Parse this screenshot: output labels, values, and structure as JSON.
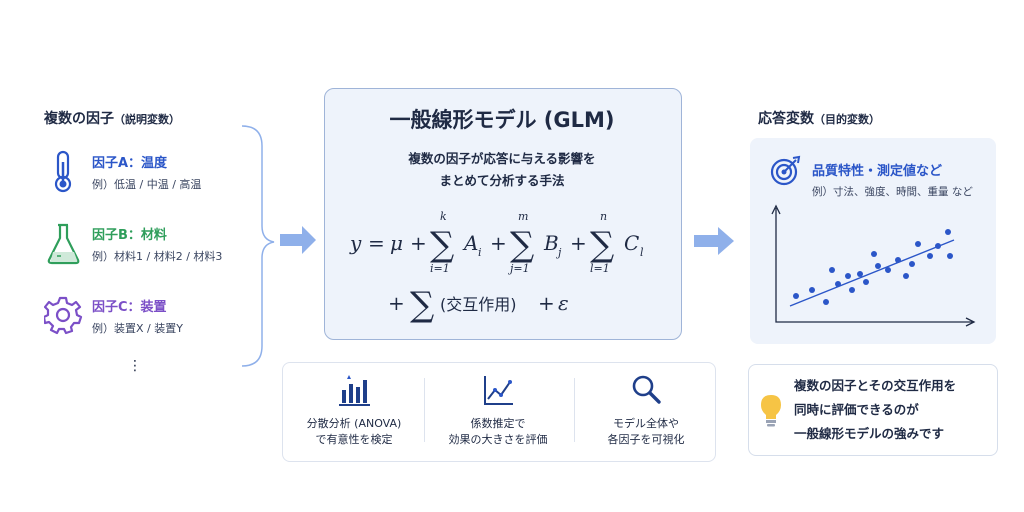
{
  "left": {
    "title": "複数の因子",
    "title_sub": "（説明変数）",
    "factors": [
      {
        "name": "因子A：温度",
        "example": "例）低温 / 中温 / 高温",
        "icon": "thermometer-icon",
        "color": "#2b56c8"
      },
      {
        "name": "因子B：材料",
        "example": "例）材料1 / 材料2 / 材料3",
        "icon": "flask-icon",
        "color": "#2f9e5b"
      },
      {
        "name": "因子C：装置",
        "example": "例）装置X / 装置Y",
        "icon": "gear-icon",
        "color": "#7b4fc7"
      }
    ],
    "ellipsis": "⋮"
  },
  "center": {
    "title": "一般線形モデル (GLM)",
    "desc_line1": "複数の因子が応答に与える影響を",
    "desc_line2": "まとめて分析する手法",
    "formula": {
      "y": "y",
      "eq": "=",
      "mu": "μ",
      "plus": "+",
      "sum1_top": "k",
      "sum1_bot": "i=1",
      "term1": "A",
      "term1_sub": "i",
      "sum2_top": "m",
      "sum2_bot": "j=1",
      "term2": "B",
      "term2_sub": "j",
      "sum3_top": "n",
      "sum3_bot": "l=1",
      "term3": "C",
      "term3_sub": "l",
      "interaction": "(交互作用)",
      "epsilon": "ε",
      "sigma": "∑"
    },
    "features": [
      {
        "line1": "分散分析 (ANOVA)",
        "line2": "で有意性を検定",
        "icon": "bar-chart-icon"
      },
      {
        "line1": "係数推定で",
        "line2": "効果の大きさを評価",
        "icon": "line-chart-icon"
      },
      {
        "line1": "モデル全体や",
        "line2": "各因子を可視化",
        "icon": "magnifier-icon"
      }
    ]
  },
  "right": {
    "title": "応答変数",
    "title_sub": "（目的変数）",
    "response_name": "品質特性・測定値など",
    "response_example": "例）寸法、強度、時間、重量 など",
    "note_line1": "複数の因子とその交互作用を",
    "note_line2": "同時に評価できるのが",
    "note_line3": "一般線形モデルの強みです"
  },
  "colors": {
    "accent": "#2b56c8",
    "arrow": "#8fb0ea",
    "box_bg": "#eef3fb",
    "box_border": "#9fb4d8"
  }
}
